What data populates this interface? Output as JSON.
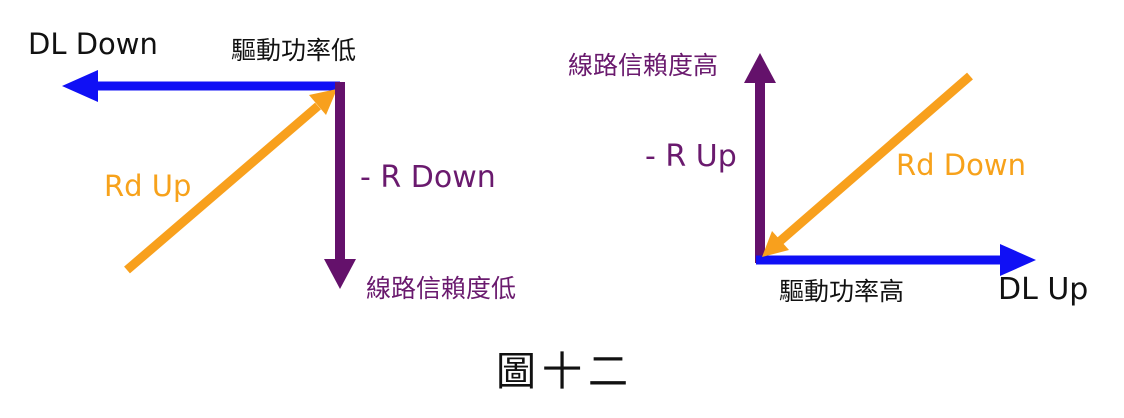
{
  "colors": {
    "dl_arrow": "#1010f5",
    "r_arrow": "#64116b",
    "rd_arrow": "#f8a01d",
    "text_dark": "#111111",
    "text_purple": "#6a1a6e",
    "text_orange": "#f7a21b"
  },
  "left_panel": {
    "dl_label": "DL Down",
    "drive_label": "驅動功率低",
    "rd_label": "Rd Up",
    "r_label": "- R Down",
    "link_label": "線路信賴度低"
  },
  "right_panel": {
    "link_label": "線路信賴度高",
    "r_label": "- R Up",
    "rd_label": "Rd Down",
    "drive_label": "驅動功率高",
    "dl_label": "DL Up"
  },
  "caption": "圖十二"
}
